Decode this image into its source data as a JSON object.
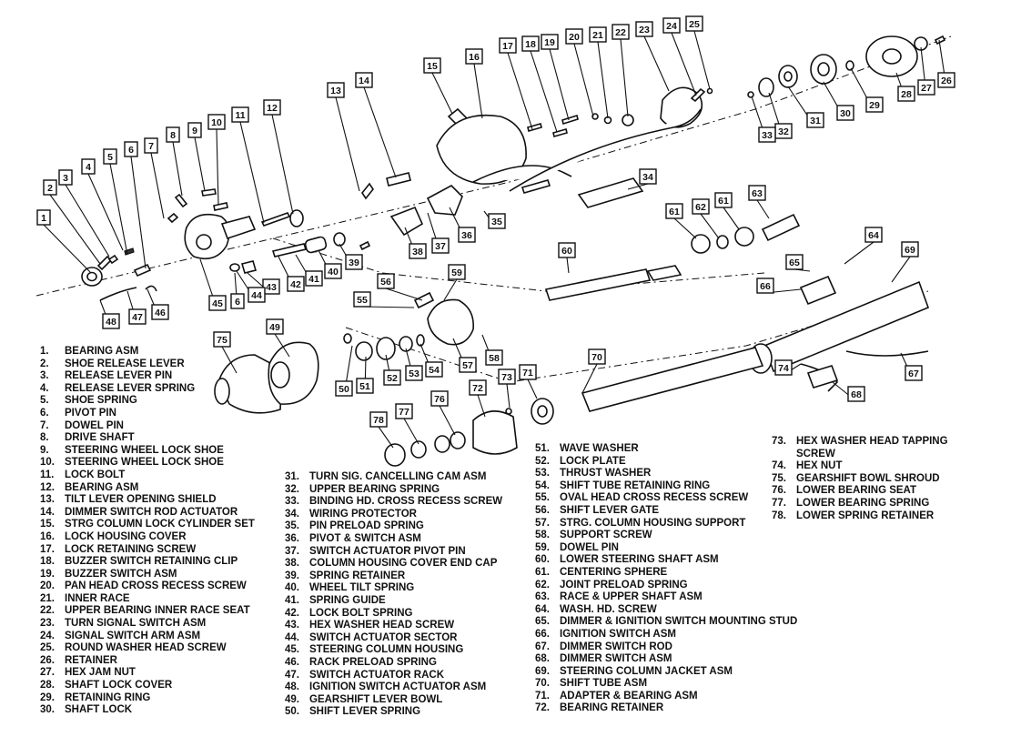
{
  "callouts": [
    "1",
    "2",
    "3",
    "4",
    "5",
    "6",
    "7",
    "8",
    "9",
    "10",
    "11",
    "12",
    "13",
    "14",
    "15",
    "16",
    "17",
    "18",
    "19",
    "20",
    "21",
    "22",
    "23",
    "24",
    "25",
    "26",
    "27",
    "28",
    "29",
    "30",
    "31",
    "32",
    "33",
    "34",
    "35",
    "36",
    "37",
    "38",
    "39",
    "40",
    "41",
    "42",
    "43",
    "44",
    "45",
    "6",
    "47",
    "46",
    "48",
    "49",
    "75",
    "55",
    "56",
    "59",
    "60",
    "61",
    "62",
    "61",
    "63",
    "64",
    "65",
    "66",
    "69",
    "50",
    "51",
    "52",
    "53",
    "54",
    "57",
    "58",
    "73",
    "71",
    "70",
    "72",
    "76",
    "77",
    "78",
    "74",
    "67",
    "68"
  ],
  "legend_a": [
    {
      "num": "1.",
      "text": "BEARING ASM"
    },
    {
      "num": "2.",
      "text": "SHOE RELEASE LEVER"
    },
    {
      "num": "3.",
      "text": "RELEASE LEVER PIN"
    },
    {
      "num": "4.",
      "text": "RELEASE LEVER SPRING"
    },
    {
      "num": "5.",
      "text": "SHOE SPRING"
    },
    {
      "num": "6.",
      "text": "PIVOT PIN"
    },
    {
      "num": "7.",
      "text": "DOWEL PIN"
    },
    {
      "num": "8.",
      "text": "DRIVE SHAFT"
    },
    {
      "num": "9.",
      "text": "STEERING WHEEL LOCK SHOE"
    },
    {
      "num": "10.",
      "text": "STEERING WHEEL LOCK SHOE"
    },
    {
      "num": "11.",
      "text": "LOCK BOLT"
    },
    {
      "num": "12.",
      "text": "BEARING ASM"
    },
    {
      "num": "13.",
      "text": "TILT LEVER OPENING SHIELD"
    },
    {
      "num": "14.",
      "text": "DIMMER SWITCH ROD ACTUATOR"
    },
    {
      "num": "15.",
      "text": "STRG COLUMN LOCK CYLINDER SET"
    },
    {
      "num": "16.",
      "text": "LOCK HOUSING COVER"
    },
    {
      "num": "17.",
      "text": "LOCK RETAINING SCREW"
    },
    {
      "num": "18.",
      "text": "BUZZER SWITCH RETAINING CLIP"
    },
    {
      "num": "19.",
      "text": "BUZZER SWITCH ASM"
    },
    {
      "num": "20.",
      "text": "PAN HEAD CROSS RECESS SCREW"
    },
    {
      "num": "21.",
      "text": "INNER RACE"
    },
    {
      "num": "22.",
      "text": "UPPER BEARING INNER RACE SEAT"
    },
    {
      "num": "23.",
      "text": "TURN SIGNAL SWITCH ASM"
    },
    {
      "num": "24.",
      "text": "SIGNAL SWITCH ARM ASM"
    },
    {
      "num": "25.",
      "text": "ROUND WASHER HEAD SCREW"
    },
    {
      "num": "26.",
      "text": "RETAINER"
    },
    {
      "num": "27.",
      "text": "HEX JAM NUT"
    },
    {
      "num": "28.",
      "text": "SHAFT LOCK COVER"
    },
    {
      "num": "29.",
      "text": "RETAINING RING"
    },
    {
      "num": "30.",
      "text": "SHAFT LOCK"
    }
  ],
  "legend_b": [
    {
      "num": "31.",
      "text": "TURN SIG. CANCELLING CAM ASM"
    },
    {
      "num": "32.",
      "text": "UPPER BEARING SPRING"
    },
    {
      "num": "33.",
      "text": "BINDING HD. CROSS RECESS SCREW"
    },
    {
      "num": "34.",
      "text": "WIRING PROTECTOR"
    },
    {
      "num": "35.",
      "text": "PIN PRELOAD SPRING"
    },
    {
      "num": "36.",
      "text": "PIVOT & SWITCH ASM"
    },
    {
      "num": "37.",
      "text": "SWITCH ACTUATOR PIVOT PIN"
    },
    {
      "num": "38.",
      "text": "COLUMN HOUSING COVER END CAP"
    },
    {
      "num": "39.",
      "text": "SPRING RETAINER"
    },
    {
      "num": "40.",
      "text": "WHEEL TILT SPRING"
    },
    {
      "num": "41.",
      "text": "SPRING GUIDE"
    },
    {
      "num": "42.",
      "text": "LOCK BOLT SPRING"
    },
    {
      "num": "43.",
      "text": "HEX WASHER HEAD SCREW"
    },
    {
      "num": "44.",
      "text": "SWITCH ACTUATOR SECTOR"
    },
    {
      "num": "45.",
      "text": "STEERING COLUMN HOUSING"
    },
    {
      "num": "46.",
      "text": "RACK PRELOAD SPRING"
    },
    {
      "num": "47.",
      "text": "SWITCH ACTUATOR RACK"
    },
    {
      "num": "48.",
      "text": "IGNITION SWITCH ACTUATOR ASM"
    },
    {
      "num": "49.",
      "text": "GEARSHIFT LEVER BOWL"
    },
    {
      "num": "50.",
      "text": "SHIFT LEVER SPRING"
    }
  ],
  "legend_c": [
    {
      "num": "51.",
      "text": "WAVE WASHER"
    },
    {
      "num": "52.",
      "text": "LOCK PLATE"
    },
    {
      "num": "53.",
      "text": "THRUST WASHER"
    },
    {
      "num": "54.",
      "text": "SHIFT TUBE RETAINING RING"
    },
    {
      "num": "55.",
      "text": "OVAL HEAD CROSS RECESS SCREW"
    },
    {
      "num": "56.",
      "text": "SHIFT LEVER GATE"
    },
    {
      "num": "57.",
      "text": "STRG. COLUMN HOUSING SUPPORT"
    },
    {
      "num": "58.",
      "text": "SUPPORT SCREW"
    },
    {
      "num": "59.",
      "text": "DOWEL PIN"
    },
    {
      "num": "60.",
      "text": "LOWER STEERING SHAFT ASM"
    },
    {
      "num": "61.",
      "text": "CENTERING SPHERE"
    },
    {
      "num": "62.",
      "text": "JOINT PRELOAD SPRING"
    },
    {
      "num": "63.",
      "text": "RACE & UPPER SHAFT ASM"
    },
    {
      "num": "64.",
      "text": "WASH. HD. SCREW"
    },
    {
      "num": "65.",
      "text": "DIMMER & IGNITION SWITCH MOUNTING STUD"
    },
    {
      "num": "66.",
      "text": "IGNITION SWITCH ASM"
    },
    {
      "num": "67.",
      "text": "DIMMER SWITCH ROD"
    },
    {
      "num": "68.",
      "text": "DIMMER SWITCH ASM"
    },
    {
      "num": "69.",
      "text": "STEERING COLUMN JACKET ASM"
    },
    {
      "num": "70.",
      "text": "SHIFT TUBE ASM"
    },
    {
      "num": "71.",
      "text": "ADAPTER & BEARING ASM"
    },
    {
      "num": "72.",
      "text": "BEARING RETAINER"
    }
  ],
  "legend_d": [
    {
      "num": "73.",
      "text": "HEX WASHER HEAD TAPPING"
    },
    {
      "num": "",
      "text": "SCREW"
    },
    {
      "num": "74.",
      "text": "HEX NUT"
    },
    {
      "num": "75.",
      "text": "GEARSHIFT BOWL SHROUD"
    },
    {
      "num": "76.",
      "text": "LOWER BEARING SEAT"
    },
    {
      "num": "77.",
      "text": "LOWER BEARING SPRING"
    },
    {
      "num": "78.",
      "text": "LOWER SPRING RETAINER"
    }
  ]
}
